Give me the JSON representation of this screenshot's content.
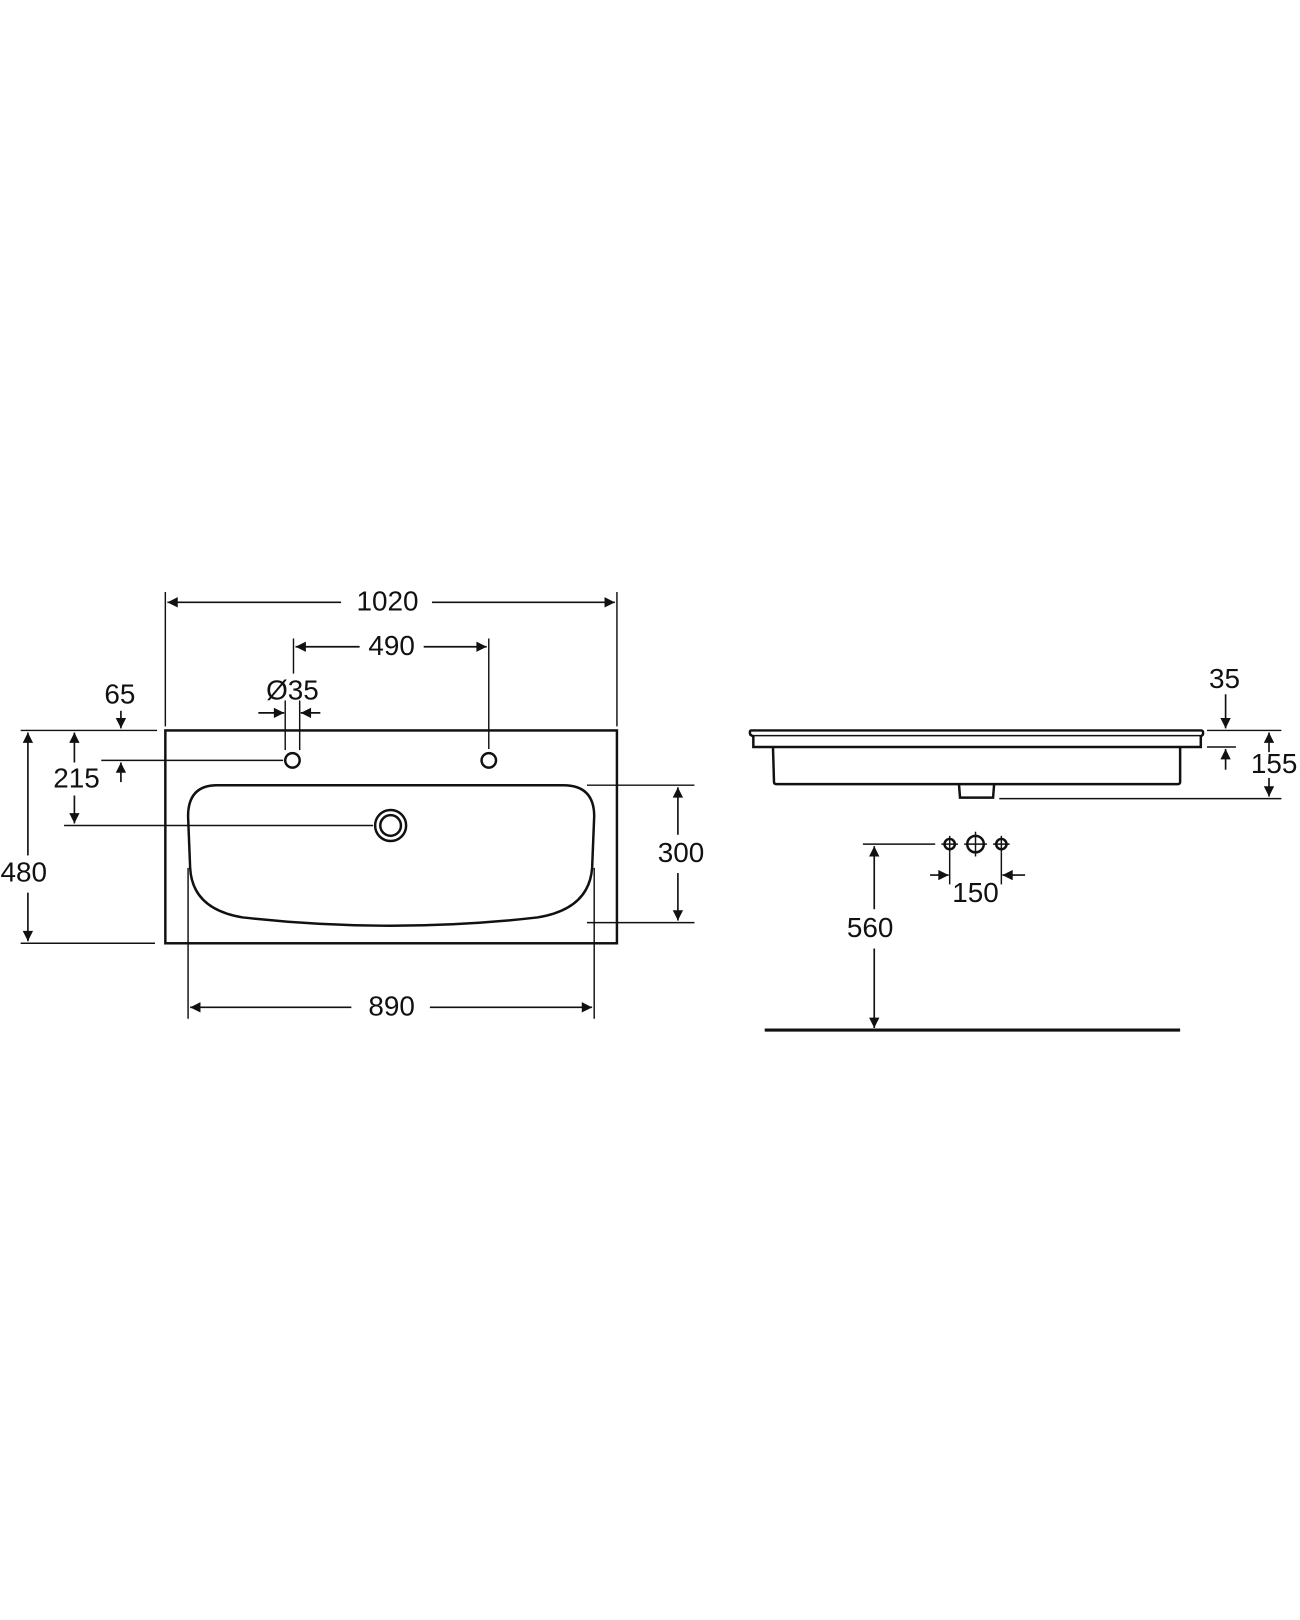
{
  "top_view": {
    "overall_width": "1020",
    "tap_hole_spacing": "490",
    "tap_hole_diameter": "Ø35",
    "tap_hole_offset": "65",
    "drain_offset": "215",
    "overall_depth": "480",
    "bowl_depth": "300",
    "bowl_width": "890"
  },
  "side_view": {
    "rim_thickness": "35",
    "overall_height": "155",
    "outlet_spacing": "150",
    "mounting_height": "560"
  },
  "colors": {
    "line": "#111111",
    "background": "#ffffff"
  }
}
